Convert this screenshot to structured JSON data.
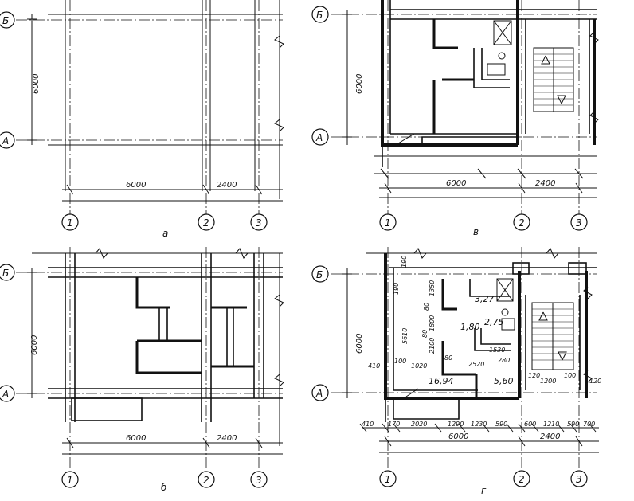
{
  "axes": {
    "col1": "1",
    "col2": "2",
    "col3": "3",
    "rowA": "А",
    "rowB": "Б"
  },
  "panels": {
    "a": {
      "caption": "а",
      "dim_span_1": "6000",
      "dim_span_2": "2400",
      "dim_vertical": "6000"
    },
    "b": {
      "caption": "б",
      "dim_span_1": "6000",
      "dim_span_2": "2400",
      "dim_vertical": "6000"
    },
    "v": {
      "caption": "в",
      "dim_span_1": "6000",
      "dim_span_2": "2400",
      "dim_vertical": "6000"
    },
    "g": {
      "caption": "г",
      "dim_span_1": "6000",
      "dim_span_2": "2400",
      "dim_vertical": "6000",
      "room_area_1": "16,94",
      "room_area_2": "5,60",
      "room_area_3": "3,27",
      "room_area_4": "1,80",
      "room_area_5": "2,75",
      "bottom_chain": [
        "410",
        "170",
        "2020",
        "1290",
        "1230",
        "590",
        "600",
        "1210",
        "590",
        "700"
      ],
      "inner_dims": {
        "d190_top": "190",
        "d190_left": "190",
        "d5610": "5610",
        "d1350": "1350",
        "d1800": "1800",
        "d2100": "2100",
        "d1020": "1020",
        "d410": "410",
        "d100": "100",
        "d80a": "80",
        "d80b": "80",
        "d80c": "80",
        "d2520": "2520",
        "d280": "280",
        "d1530": "1530",
        "d120": "120",
        "d1200": "1200",
        "d100b": "100",
        "d120b": "120"
      }
    }
  }
}
